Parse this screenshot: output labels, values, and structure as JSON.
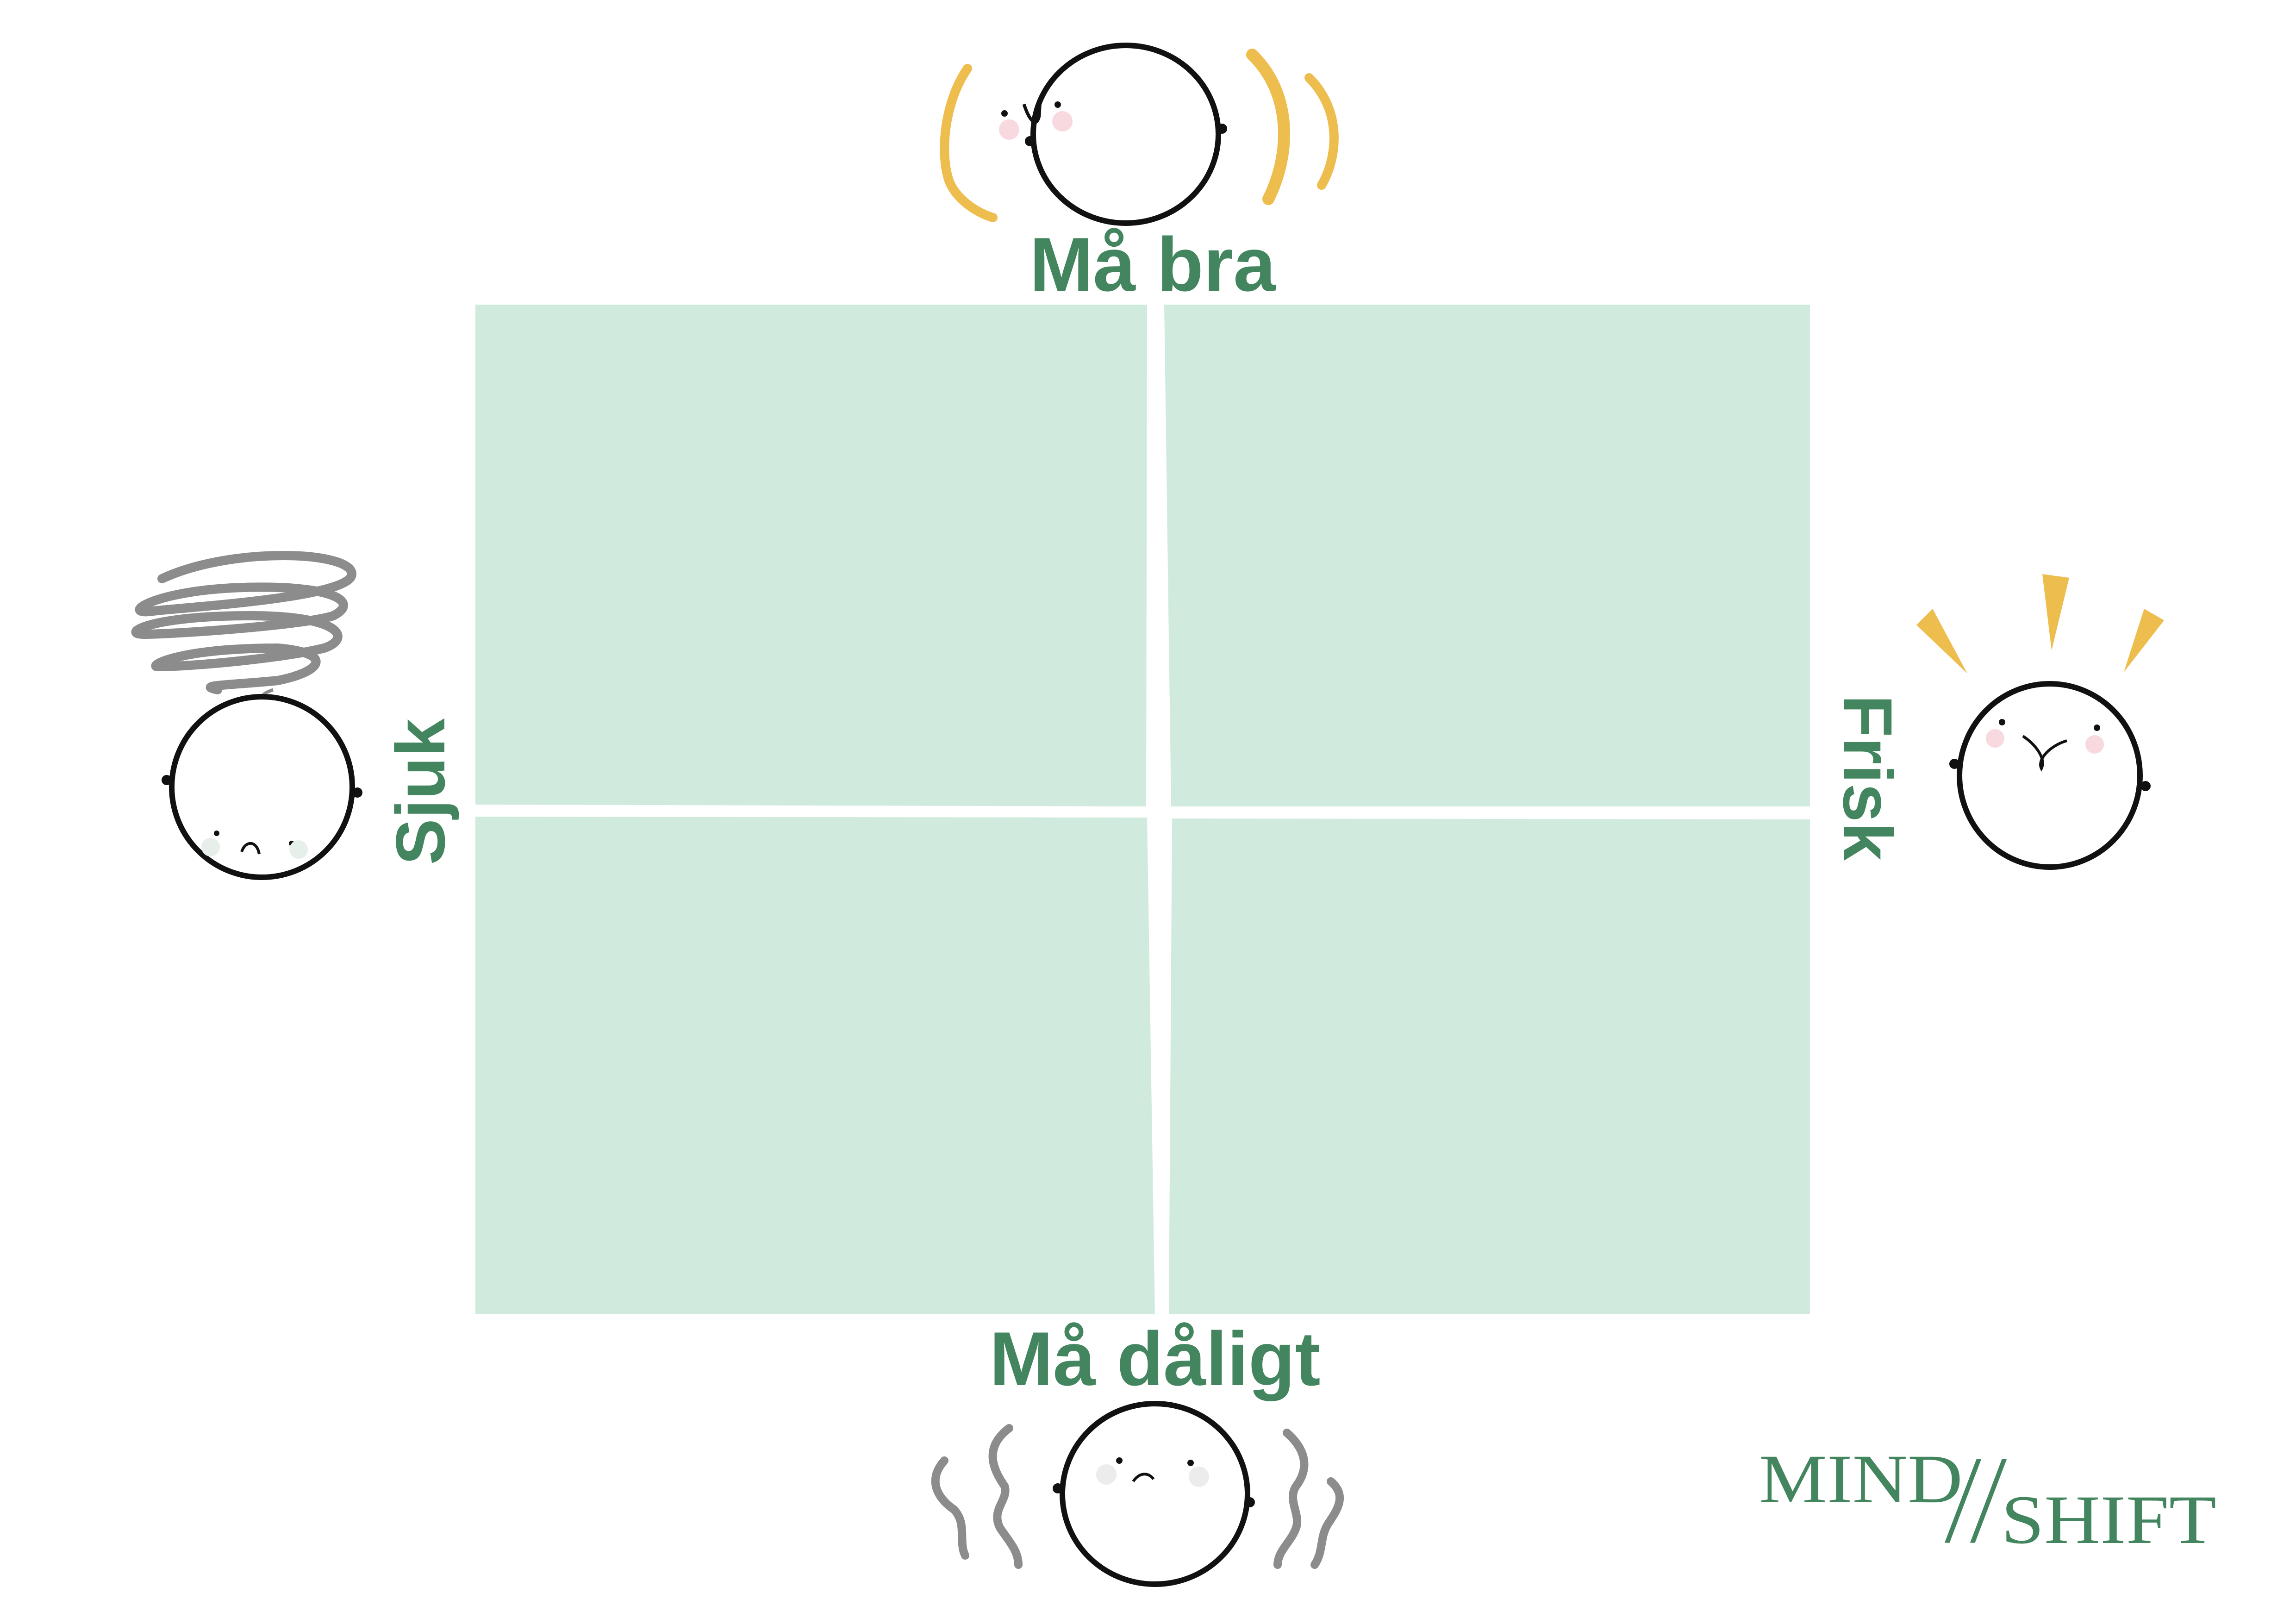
{
  "labels": {
    "top": "Må bra",
    "bottom": "Må dåligt",
    "left": "Sjuk",
    "right": "Frisk"
  },
  "logo": {
    "word1": "MIND",
    "separator": "//",
    "word2": "SHIFT"
  },
  "colors": {
    "accent_green": "#42855F",
    "quadrant_fill": "#D0EBDD",
    "yellow": "#EDBD4E",
    "grey": "#8C8C8C"
  }
}
